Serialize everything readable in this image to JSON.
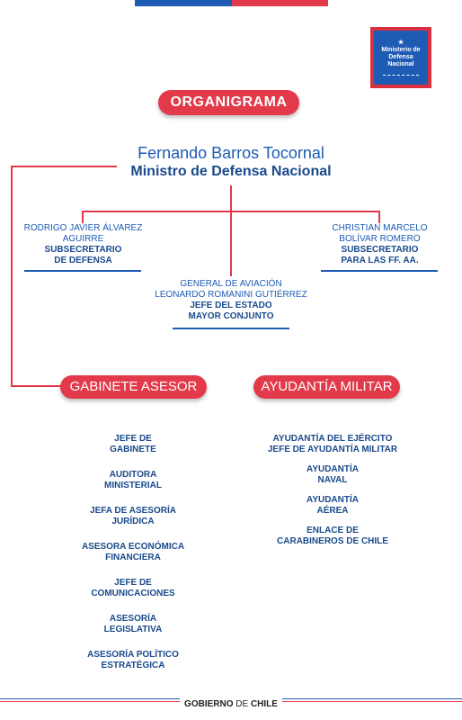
{
  "header": {
    "logo_lines": [
      "Ministerio de",
      "Defensa",
      "Nacional"
    ],
    "title": "ORGANIGRAMA"
  },
  "minister": {
    "name": "Fernando Barros Tocornal",
    "title": "Ministro de Defensa Nacional"
  },
  "left_sub": {
    "name_lines": [
      "RODRIGO JAVIER ÁLVAREZ",
      "AGUIRRE"
    ],
    "role_lines": [
      "SUBSECRETARIO",
      "DE DEFENSA"
    ]
  },
  "right_sub": {
    "name_lines": [
      "CHRISTIAN MARCELO",
      "BOLÍVAR ROMERO"
    ],
    "role_lines": [
      "SUBSECRETARIO",
      "PARA LAS FF. AA."
    ]
  },
  "center_sub": {
    "name_lines": [
      "GENERAL DE AVIACIÓN",
      "LEONARDO ROMANINI GUTIÉRREZ"
    ],
    "role_lines": [
      "JEFE DEL ESTADO",
      "MAYOR CONJUNTO"
    ]
  },
  "sections": {
    "gabinete": "GABINETE ASESOR",
    "ayudantia": "AYUDANTÍA MILITAR"
  },
  "gabinete_items": [
    [
      "JEFE DE",
      "GABINETE"
    ],
    [
      "AUDITORA",
      "MINISTERIAL"
    ],
    [
      "JEFA DE ASESORÍA",
      "JURÍDICA"
    ],
    [
      "ASESORA ECONÓMICA",
      "FINANCIERA"
    ],
    [
      "JEFE DE",
      "COMUNICACIONES"
    ],
    [
      "ASESORÍA",
      "LEGISLATIVA"
    ],
    [
      "ASESORÍA POLÍTICO",
      "ESTRATÉGICA"
    ]
  ],
  "ayudantia_items": [
    [
      "AYUDANTÍA DEL EJÉRCITO",
      "JEFE DE AYUDANTÍA MILITAR"
    ],
    [
      "AYUDANTÍA",
      "NAVAL"
    ],
    [
      "AYUDANTÍA",
      "AÉREA"
    ],
    [
      "ENLACE DE",
      "CARABINEROS DE CHILE"
    ]
  ],
  "footer": {
    "bold": "GOBIERNO",
    "mid": " DE ",
    "bold2": "CHILE"
  },
  "colors": {
    "blue": "#1e5bb5",
    "red": "#e23a4a",
    "dark_blue": "#1a4a8c"
  }
}
